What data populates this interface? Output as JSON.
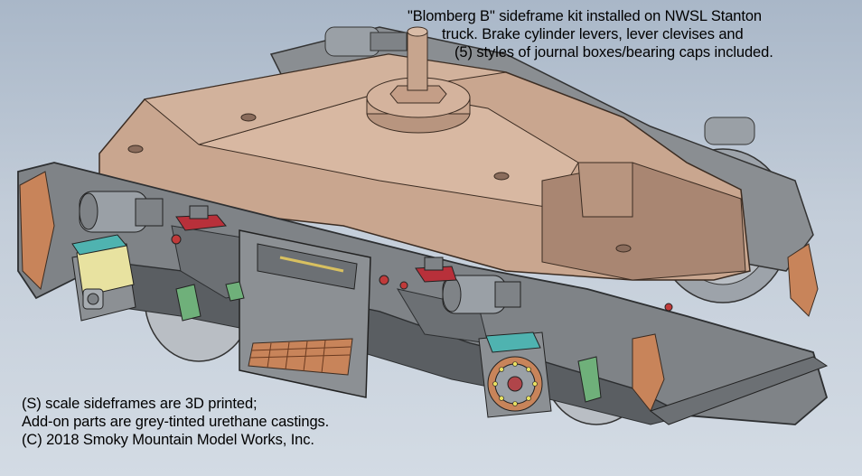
{
  "caption_top": {
    "line1": "\"Blomberg B\" sideframe kit installed on NWSL Stanton",
    "line2": "truck.  Brake cylinder levers, lever clevises and",
    "line3": "(5) styles of journal boxes/bearing caps included."
  },
  "caption_bottom": {
    "line1": "(S) scale sideframes are 3D printed;",
    "line2": "Add-on parts are grey-tinted urethane castings.",
    "line3": "(C) 2018 Smoky Mountain Model Works, Inc."
  },
  "colors": {
    "background_top": "#a9b7c8",
    "background_bottom": "#d3dbe4",
    "bolster_body": "#c9a68f",
    "bolster_shadow": "#a98672",
    "sideframe_grey": "#7f8387",
    "sideframe_dark": "#5a5e62",
    "wheel_grey": "#b9bec4",
    "brake_shoe_copper": "#c8845a",
    "lever_red": "#b8303a",
    "journal_yellow": "#e8e2a0",
    "journal_teal": "#4fb3b0",
    "brake_cylinder": "#9aa0a6"
  }
}
